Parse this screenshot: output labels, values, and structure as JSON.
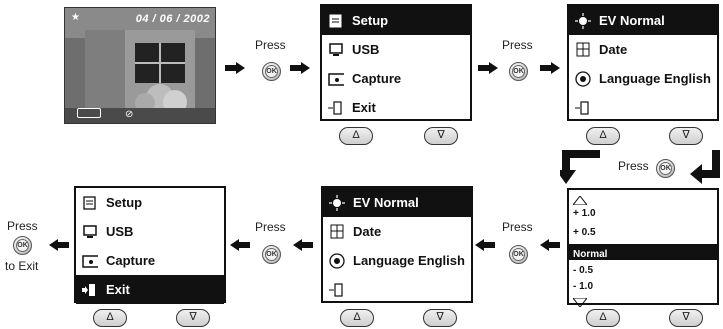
{
  "photo": {
    "date": "04 / 06 / 2002"
  },
  "press_label": "Press",
  "to_exit_label": "to Exit",
  "ok_label": "OK",
  "menu_main": {
    "items": [
      {
        "label": "Setup",
        "icon": "setup-icon"
      },
      {
        "label": "USB",
        "icon": "usb-icon"
      },
      {
        "label": "Capture",
        "icon": "capture-icon"
      },
      {
        "label": "Exit",
        "icon": "exit-icon"
      }
    ]
  },
  "menu_setup": {
    "items": [
      {
        "label": "EV Normal",
        "icon": "ev-icon"
      },
      {
        "label": "Date",
        "icon": "date-icon"
      },
      {
        "label": "Language English",
        "icon": "language-icon"
      },
      {
        "label": "",
        "icon": "exit-icon"
      }
    ]
  },
  "ev_list": {
    "options": [
      "+ 1.0",
      "+ 0.5",
      "Normal",
      "- 0.5",
      "- 1.0"
    ],
    "selected": "Normal"
  },
  "nav": {
    "up": "Δ",
    "down": "∇"
  },
  "colors": {
    "highlight": "#111111",
    "background": "#ffffff"
  }
}
